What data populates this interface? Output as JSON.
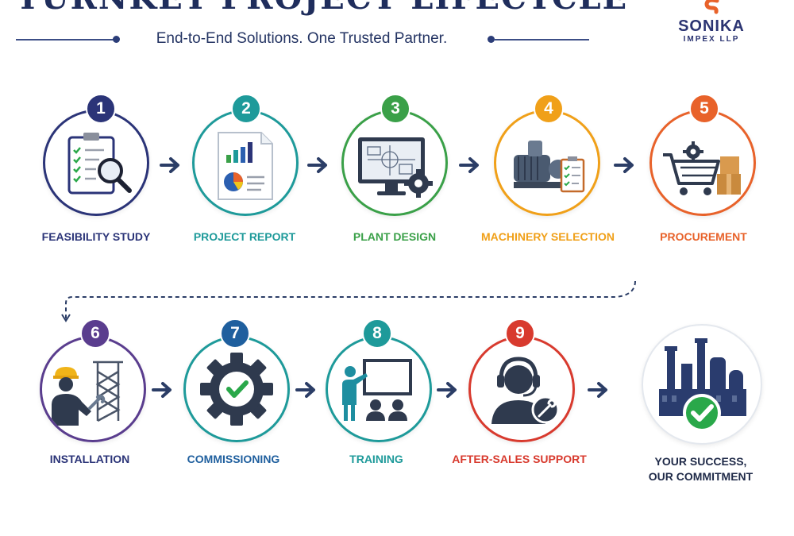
{
  "header": {
    "title": "TURNKEY PROJECT LIFECYCLE",
    "tagline": "End-to-End Solutions. One Trusted Partner."
  },
  "logo": {
    "name": "SONIKA",
    "sub": "IMPEX LLP",
    "colors": {
      "navy": "#2b3472",
      "orange": "#e8622a"
    }
  },
  "steps": [
    {
      "number": "1",
      "label": "FEASIBILITY STUDY",
      "color": "#2b3478",
      "icon": "clipboard-magnifier-icon"
    },
    {
      "number": "2",
      "label": "PROJECT REPORT",
      "color": "#1e9a9a",
      "icon": "report-chart-icon"
    },
    {
      "number": "3",
      "label": "PLANT DESIGN",
      "color": "#3aa048",
      "icon": "blueprint-monitor-icon"
    },
    {
      "number": "4",
      "label": "MACHINERY SELECTION",
      "color": "#f0a019",
      "icon": "pump-machine-icon"
    },
    {
      "number": "5",
      "label": "PROCUREMENT",
      "color": "#e8622a",
      "icon": "shopping-cart-icon"
    },
    {
      "number": "6",
      "label": "INSTALLATION",
      "color": "#5a3d8e",
      "icon": "worker-tower-icon"
    },
    {
      "number": "7",
      "label": "COMMISSIONING",
      "color": "#1f5f9e",
      "icon": "gear-check-icon"
    },
    {
      "number": "8",
      "label": "TRAINING",
      "color": "#1e9a9a",
      "icon": "presentation-icon"
    },
    {
      "number": "9",
      "label": "AFTER-SALES SUPPORT",
      "color": "#d83a2e",
      "icon": "headset-support-icon"
    }
  ],
  "final": {
    "line1": "YOUR SUCCESS,",
    "line2": "OUR COMMITMENT",
    "icon": "factory-check-icon"
  },
  "colors": {
    "navy": "#243463",
    "arrow": "#2b3d66",
    "check_green": "#2aa84a"
  }
}
